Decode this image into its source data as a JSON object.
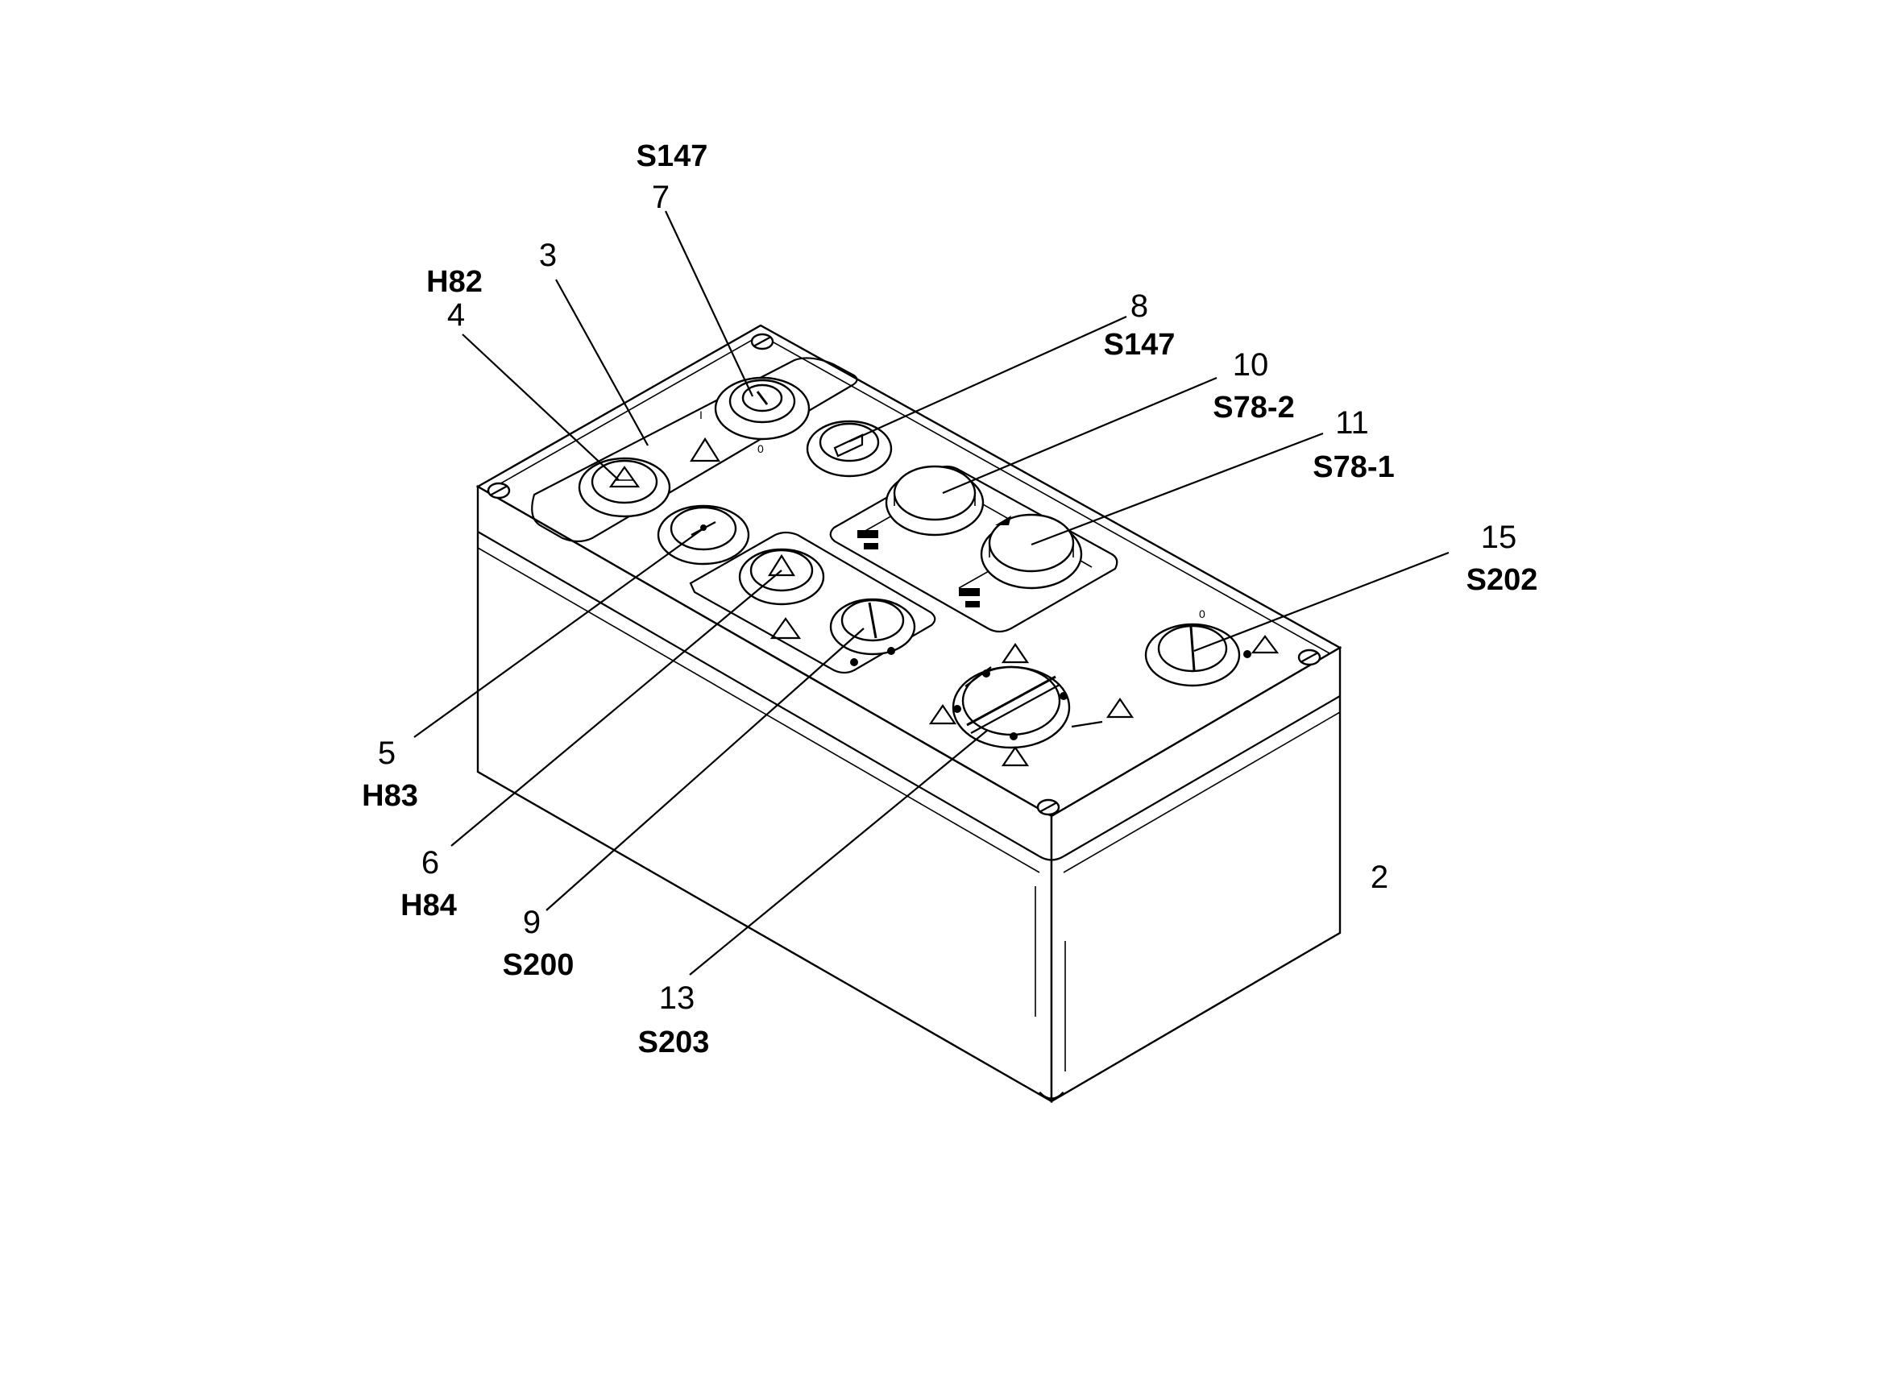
{
  "callouts": [
    {
      "num": "7",
      "code": "S147"
    },
    {
      "num": "3",
      "code": ""
    },
    {
      "num": "4",
      "code": "H82"
    },
    {
      "num": "8",
      "code": "S147"
    },
    {
      "num": "10",
      "code": "S78-2"
    },
    {
      "num": "11",
      "code": "S78-1"
    },
    {
      "num": "15",
      "code": "S202"
    },
    {
      "num": "5",
      "code": "H83"
    },
    {
      "num": "6",
      "code": "H84"
    },
    {
      "num": "9",
      "code": "S200"
    },
    {
      "num": "13",
      "code": "S203"
    },
    {
      "num": "2",
      "code": ""
    }
  ]
}
